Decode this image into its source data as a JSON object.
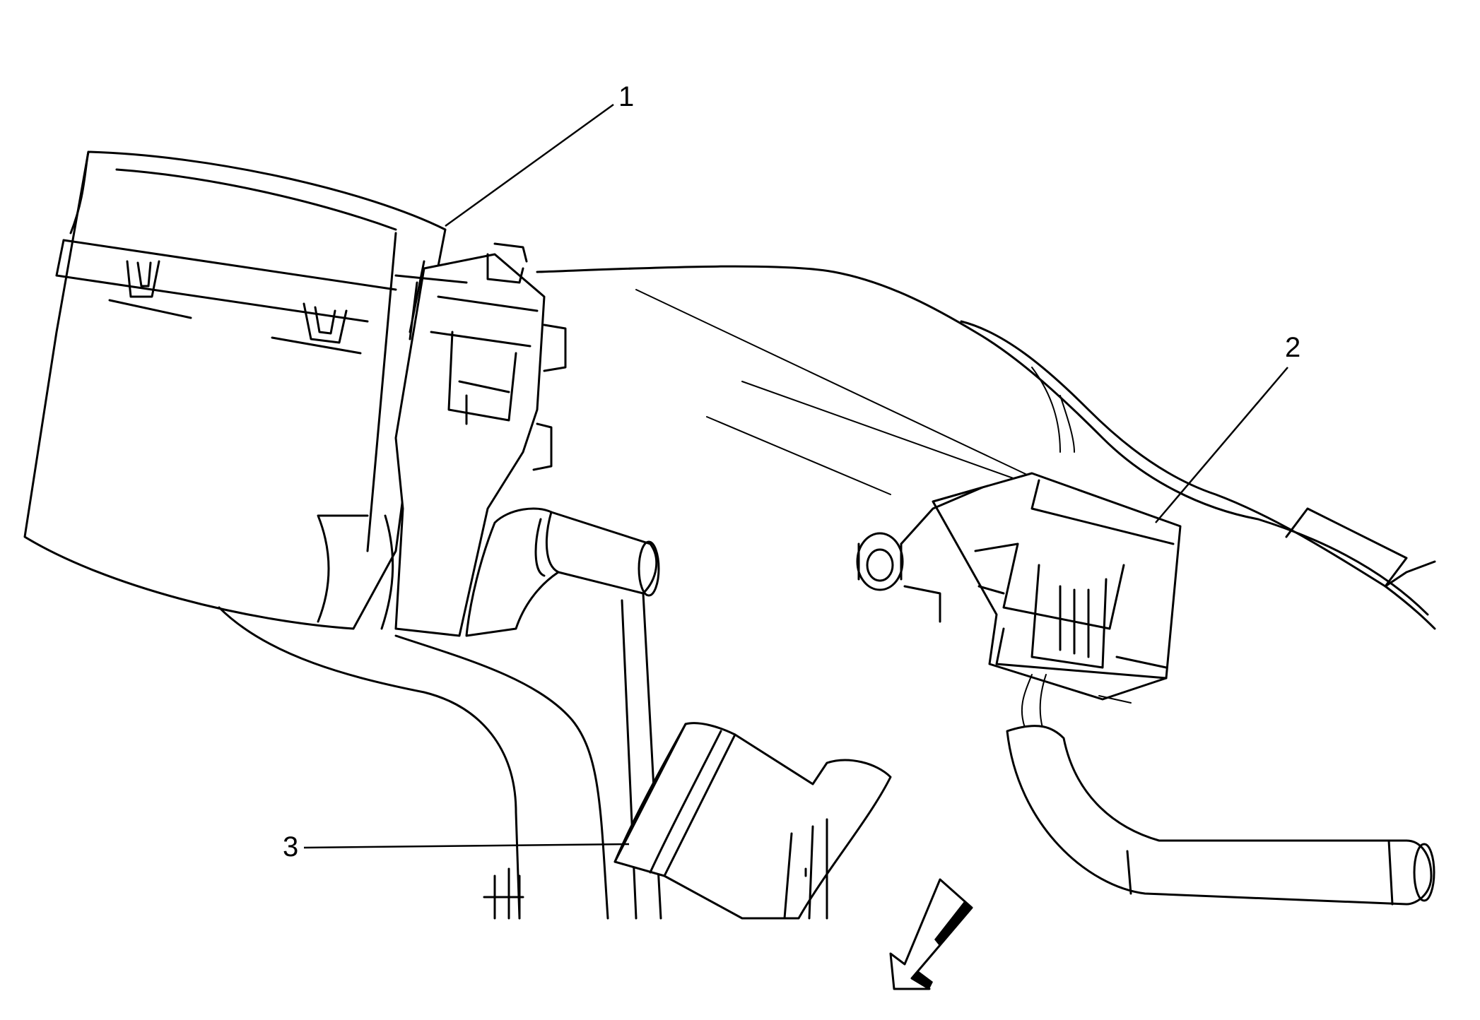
{
  "callouts": [
    {
      "id": "1",
      "label": "1"
    },
    {
      "id": "2",
      "label": "2"
    },
    {
      "id": "3",
      "label": "3"
    }
  ],
  "icons": {
    "direction_arrow": "forward-arrow-icon"
  }
}
